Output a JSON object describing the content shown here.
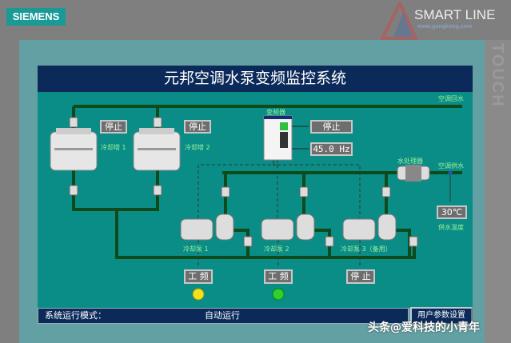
{
  "brand": {
    "logo": "SIEMENS",
    "product": "SMART LINE",
    "watermark_url": "www.gongkong.com",
    "side_label": "TOUCH"
  },
  "title": "元邦空调水泵变频监控系统",
  "labels": {
    "return_water": "空调回水",
    "supply_water": "空调供水",
    "inverter": "变频器",
    "water_treatment": "水处理器",
    "supply_temp_label": "供水温度"
  },
  "towers": [
    {
      "name": "冷却塔 1",
      "status": "停止"
    },
    {
      "name": "冷却塔 2",
      "status": "停止"
    }
  ],
  "inverter": {
    "status": "停止",
    "frequency": "45.0 Hz"
  },
  "supply_temp": "30℃",
  "pumps": [
    {
      "name": "冷却泵 1",
      "status": "工 频",
      "light": "#f0e020"
    },
    {
      "name": "冷却泵 2",
      "status": "工 频",
      "light": "#30d030"
    },
    {
      "name": "冷却泵 3（备用）",
      "status": "停 止"
    }
  ],
  "footer": {
    "mode_label": "系统运行模式：",
    "mode_value": "自动运行",
    "settings_button": "用户参数设置"
  },
  "overlay_watermark": "头条@爱科技的小青年",
  "colors": {
    "screen": "#0a8d86",
    "titlebar": "#0b2a5a",
    "pipe": "#0f4a1a"
  }
}
